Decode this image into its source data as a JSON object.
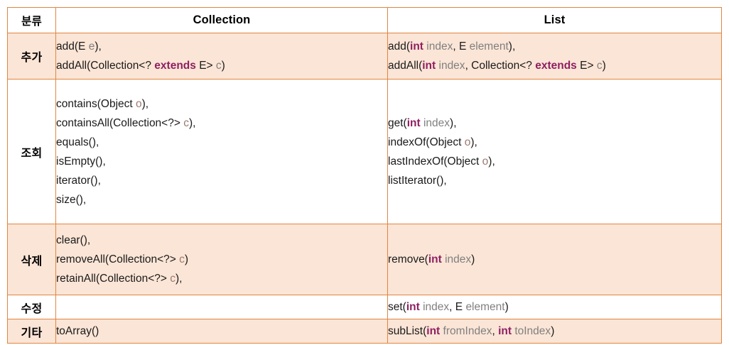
{
  "table": {
    "headers": {
      "category": "분류",
      "collection": "Collection",
      "list": "List"
    },
    "rows": [
      {
        "category": "추가",
        "shaded": true,
        "collection_lines": [
          [
            {
              "t": "add(",
              "s": "plain"
            },
            {
              "t": "E",
              "s": "type"
            },
            {
              "t": " ",
              "s": "plain"
            },
            {
              "t": "e",
              "s": "param"
            },
            {
              "t": "),",
              "s": "plain"
            }
          ],
          [
            {
              "t": "addAll(Collection<? ",
              "s": "plain"
            },
            {
              "t": "extends",
              "s": "keyword"
            },
            {
              "t": " ",
              "s": "plain"
            },
            {
              "t": "E",
              "s": "type"
            },
            {
              "t": "> ",
              "s": "plain"
            },
            {
              "t": "c",
              "s": "param"
            },
            {
              "t": ")",
              "s": "plain"
            }
          ]
        ],
        "list_lines": [
          [
            {
              "t": "add(",
              "s": "plain"
            },
            {
              "t": "int",
              "s": "keyword"
            },
            {
              "t": " ",
              "s": "plain"
            },
            {
              "t": "index",
              "s": "param"
            },
            {
              "t": ", ",
              "s": "plain"
            },
            {
              "t": "E",
              "s": "type"
            },
            {
              "t": " ",
              "s": "plain"
            },
            {
              "t": "element",
              "s": "param"
            },
            {
              "t": "),",
              "s": "plain"
            }
          ],
          [
            {
              "t": "addAll(",
              "s": "plain"
            },
            {
              "t": "int",
              "s": "keyword"
            },
            {
              "t": " ",
              "s": "plain"
            },
            {
              "t": "index",
              "s": "param"
            },
            {
              "t": ", Collection<? ",
              "s": "plain"
            },
            {
              "t": "extends",
              "s": "keyword"
            },
            {
              "t": " ",
              "s": "plain"
            },
            {
              "t": "E",
              "s": "type"
            },
            {
              "t": "> ",
              "s": "plain"
            },
            {
              "t": "c",
              "s": "param"
            },
            {
              "t": ")",
              "s": "plain"
            }
          ]
        ]
      },
      {
        "category": "조회",
        "shaded": false,
        "collection_lines": [
          [
            {
              "t": "contains(Object ",
              "s": "plain"
            },
            {
              "t": "o",
              "s": "param-o"
            },
            {
              "t": "),",
              "s": "plain"
            }
          ],
          [
            {
              "t": "containsAll(Collection<?> ",
              "s": "plain"
            },
            {
              "t": "c",
              "s": "param-o"
            },
            {
              "t": "),",
              "s": "plain"
            }
          ],
          [
            {
              "t": "equals(),",
              "s": "plain"
            }
          ],
          [
            {
              "t": "isEmpty(),",
              "s": "plain"
            }
          ],
          [
            {
              "t": "iterator(),",
              "s": "plain"
            }
          ],
          [
            {
              "t": "size(),",
              "s": "plain"
            }
          ]
        ],
        "list_lines": [
          [
            {
              "t": "get(",
              "s": "plain"
            },
            {
              "t": "int",
              "s": "keyword"
            },
            {
              "t": " ",
              "s": "plain"
            },
            {
              "t": "index",
              "s": "param"
            },
            {
              "t": "),",
              "s": "plain"
            }
          ],
          [
            {
              "t": "indexOf(Object ",
              "s": "plain"
            },
            {
              "t": "o",
              "s": "param-o"
            },
            {
              "t": "),",
              "s": "plain"
            }
          ],
          [
            {
              "t": "lastIndexOf(Object ",
              "s": "plain"
            },
            {
              "t": "o",
              "s": "param-o"
            },
            {
              "t": "),",
              "s": "plain"
            }
          ],
          [
            {
              "t": "listIterator(),",
              "s": "plain"
            }
          ]
        ]
      },
      {
        "category": "삭제",
        "shaded": true,
        "collection_lines": [
          [
            {
              "t": "clear(),",
              "s": "plain"
            }
          ],
          [
            {
              "t": "removeAll(Collection<?> ",
              "s": "plain"
            },
            {
              "t": "c",
              "s": "param-o"
            },
            {
              "t": ")",
              "s": "plain"
            }
          ],
          [
            {
              "t": "retainAll(Collection<?> ",
              "s": "plain"
            },
            {
              "t": "c",
              "s": "param-o"
            },
            {
              "t": "),",
              "s": "plain"
            }
          ]
        ],
        "list_lines": [
          [
            {
              "t": "remove(",
              "s": "plain"
            },
            {
              "t": "int",
              "s": "keyword"
            },
            {
              "t": " ",
              "s": "plain"
            },
            {
              "t": "index",
              "s": "param"
            },
            {
              "t": ")",
              "s": "plain"
            }
          ]
        ]
      },
      {
        "category": "수정",
        "shaded": false,
        "collection_lines": [],
        "list_lines": [
          [
            {
              "t": "set(",
              "s": "plain"
            },
            {
              "t": "int",
              "s": "keyword"
            },
            {
              "t": " ",
              "s": "plain"
            },
            {
              "t": "index",
              "s": "param"
            },
            {
              "t": ", ",
              "s": "plain"
            },
            {
              "t": "E",
              "s": "type"
            },
            {
              "t": " ",
              "s": "plain"
            },
            {
              "t": "element",
              "s": "param"
            },
            {
              "t": ")",
              "s": "plain"
            }
          ]
        ]
      },
      {
        "category": "기타",
        "shaded": true,
        "collection_lines": [
          [
            {
              "t": "toArray()",
              "s": "plain"
            }
          ]
        ],
        "list_lines": [
          [
            {
              "t": "subList(",
              "s": "plain"
            },
            {
              "t": "int",
              "s": "keyword"
            },
            {
              "t": " ",
              "s": "plain"
            },
            {
              "t": "fromIndex",
              "s": "param"
            },
            {
              "t": ", ",
              "s": "plain"
            },
            {
              "t": "int",
              "s": "keyword"
            },
            {
              "t": " ",
              "s": "plain"
            },
            {
              "t": "toIndex",
              "s": "param"
            },
            {
              "t": ")",
              "s": "plain"
            }
          ]
        ]
      }
    ]
  },
  "colors": {
    "border": "#E2853F",
    "shade": "#FBE5D6",
    "keyword": "#8E1F62",
    "param": "#808080",
    "param_object": "#9B7B72",
    "text": "#1a1a1a"
  }
}
